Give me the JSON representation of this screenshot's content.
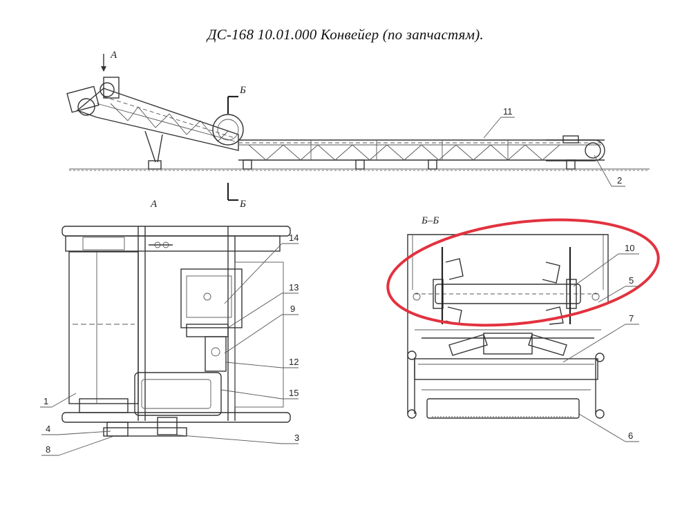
{
  "title": "ДС-168 10.01.000 Конвейер (по запчастям).",
  "views": {
    "side": {
      "view_a": "А",
      "section_top": "Б",
      "section_bottom": "Б"
    },
    "view_a": {
      "title": "А"
    },
    "section": {
      "title": "Б–Б"
    }
  },
  "callouts": {
    "side": [
      "11",
      "2"
    ],
    "view_a": [
      "14",
      "13",
      "9",
      "12",
      "15",
      "1",
      "4",
      "8",
      "3"
    ],
    "section": [
      "10",
      "5",
      "7",
      "6"
    ]
  },
  "colors": {
    "highlight": "#e2323f",
    "line": "#333333"
  }
}
